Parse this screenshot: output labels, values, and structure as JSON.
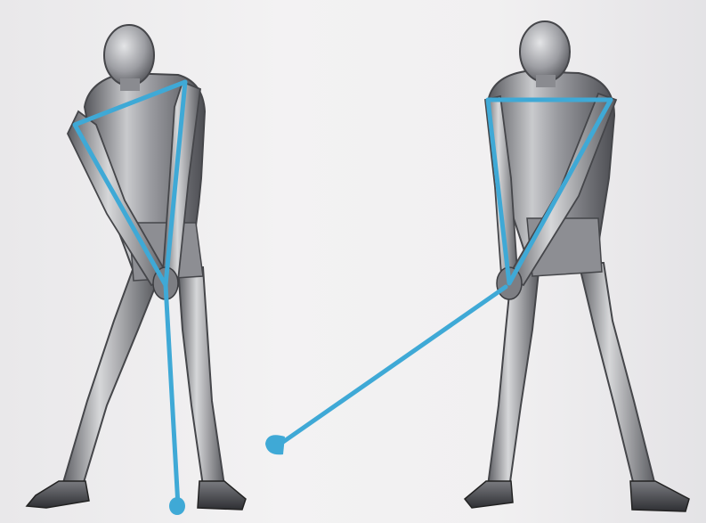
{
  "scene": {
    "description_visible_text": "",
    "colors": {
      "background": "#efeeef",
      "mannequin": "#8e8f93",
      "mannequin_highlight": "#d9dadc",
      "mannequin_shadow": "#4a4b50",
      "overlay_line": "#3fa9d6"
    },
    "figures": [
      {
        "label": "",
        "pose": "address-hands-centered",
        "shaft": "vertical"
      },
      {
        "label": "",
        "pose": "address-club-angled",
        "shaft": "diagonal-left"
      }
    ]
  }
}
